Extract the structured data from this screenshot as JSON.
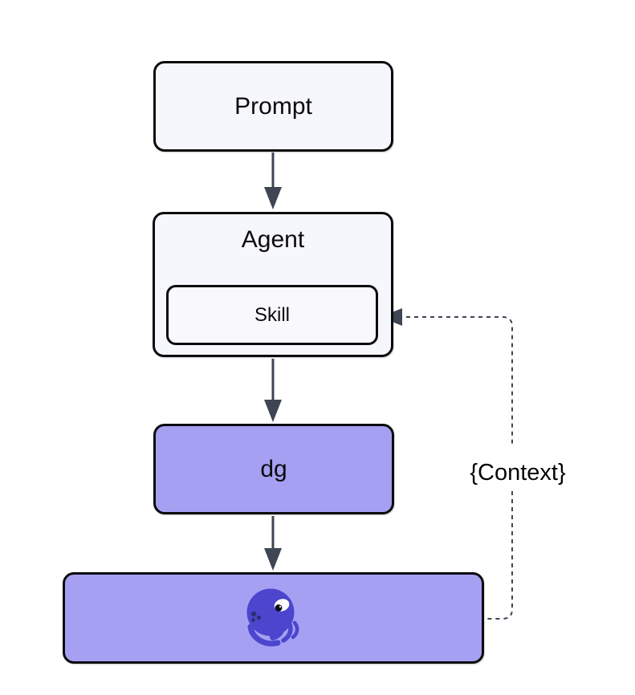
{
  "diagram": {
    "type": "flowchart",
    "direction": "top-down",
    "nodes": {
      "prompt": {
        "label": "Prompt"
      },
      "agent": {
        "label": "Agent"
      },
      "skill": {
        "label": "Skill"
      },
      "dg": {
        "label": "dg"
      },
      "octopus": {
        "label": "",
        "icon": "octopus-icon"
      }
    },
    "edges": [
      {
        "from": "prompt",
        "to": "agent",
        "style": "solid-arrow",
        "label": ""
      },
      {
        "from": "agent",
        "to": "dg",
        "style": "solid-arrow",
        "label": ""
      },
      {
        "from": "dg",
        "to": "octopus",
        "style": "solid-arrow",
        "label": ""
      },
      {
        "from": "octopus",
        "to": "skill",
        "style": "dashed-arrow",
        "label": "{Context}"
      }
    ],
    "colors": {
      "node_light_fill": "#F6F6FD",
      "node_purple_fill": "#A5A0F2",
      "node_border": "#0B0B0D",
      "connector": "#3E4653",
      "octopus_body": "#4C45CE",
      "octopus_spots": "#2F2C6E",
      "background": "#FFFFFF"
    }
  }
}
